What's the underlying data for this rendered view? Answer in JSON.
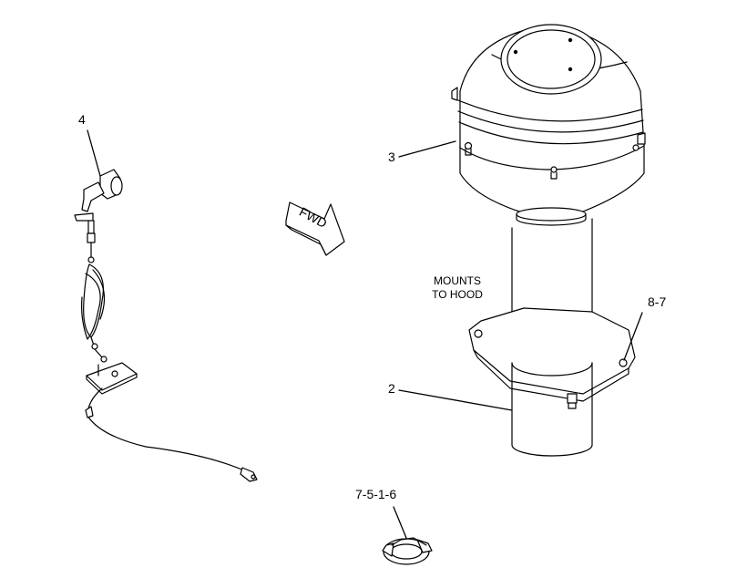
{
  "callouts": {
    "part_4": "4",
    "part_3": "3",
    "part_2": "2",
    "part_8_7": "8-7",
    "part_7_5_1_6": "7-5-1-6"
  },
  "notes": {
    "mounts_line1": "MOUNTS",
    "mounts_line2": "TO HOOD"
  },
  "direction_arrow": {
    "label": "FWD"
  }
}
